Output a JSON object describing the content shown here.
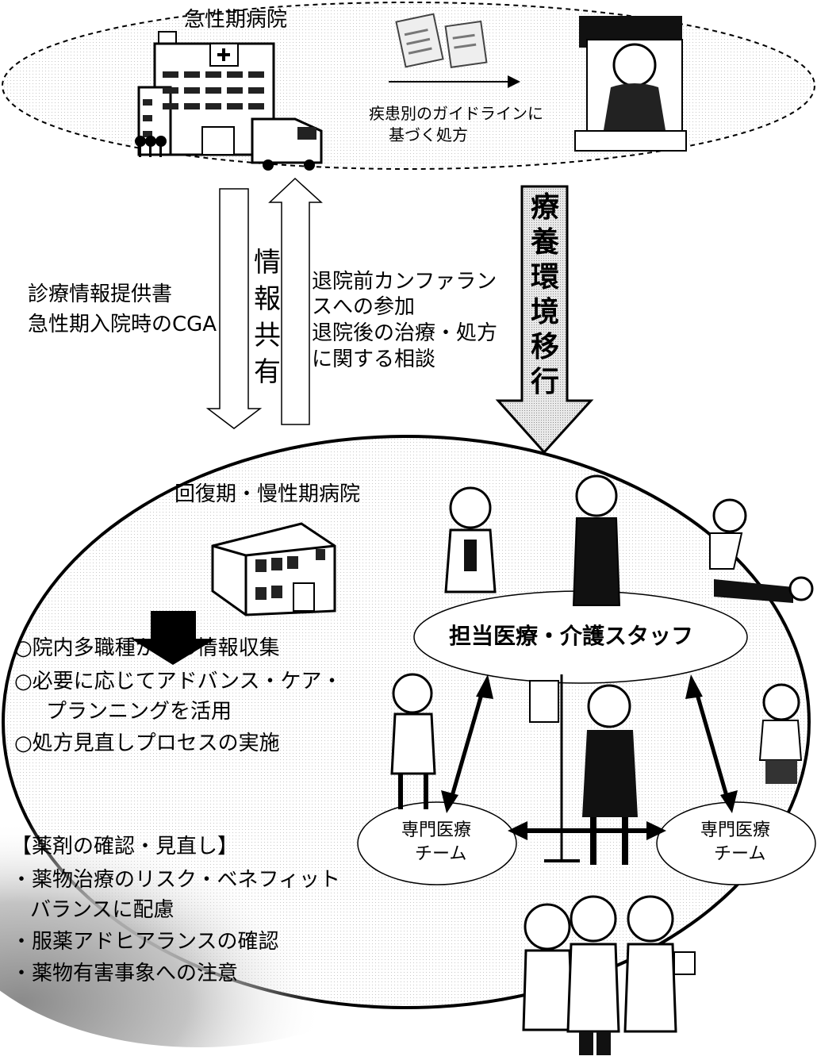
{
  "acute": {
    "title": "急性期病院",
    "rx_caption": [
      "疾患別のガイドラインに",
      "基づく処方"
    ]
  },
  "left_flow": {
    "info_lines": [
      "診療情報提供書",
      "急性期入院時のCGA"
    ],
    "share_label": [
      "情",
      "報",
      "共",
      "有"
    ],
    "conference_lines": [
      "退院前カンファラン",
      "スへの参加",
      "退院後の治療・処方",
      "に関する相談"
    ]
  },
  "transition": {
    "label": [
      "療",
      "養",
      "環",
      "境",
      "移",
      "行"
    ]
  },
  "recovery": {
    "title": "回復期・慢性期病院",
    "bullets": [
      "○院内多職種からの情報収集",
      "○必要に応じてアドバンス・ケア・",
      "プランニングを活用",
      "○処方見直しプロセスの実施"
    ],
    "review_title": "【薬剤の確認・見直し】",
    "review_items": [
      "・薬物治療のリスク・ベネフィット",
      "バランスに配慮",
      "・服薬アドヒアランスの確認",
      "・薬物有害事象への注意"
    ]
  },
  "staff": {
    "label": "担当医療・介護スタッフ"
  },
  "teams": {
    "left": [
      "専門医療",
      "チーム"
    ],
    "right": [
      "専門医療",
      "チーム"
    ]
  },
  "colors": {
    "ink": "#000000",
    "paper": "#ffffff",
    "shade": "#9a9a9a",
    "dots": "#d9d9d9"
  }
}
